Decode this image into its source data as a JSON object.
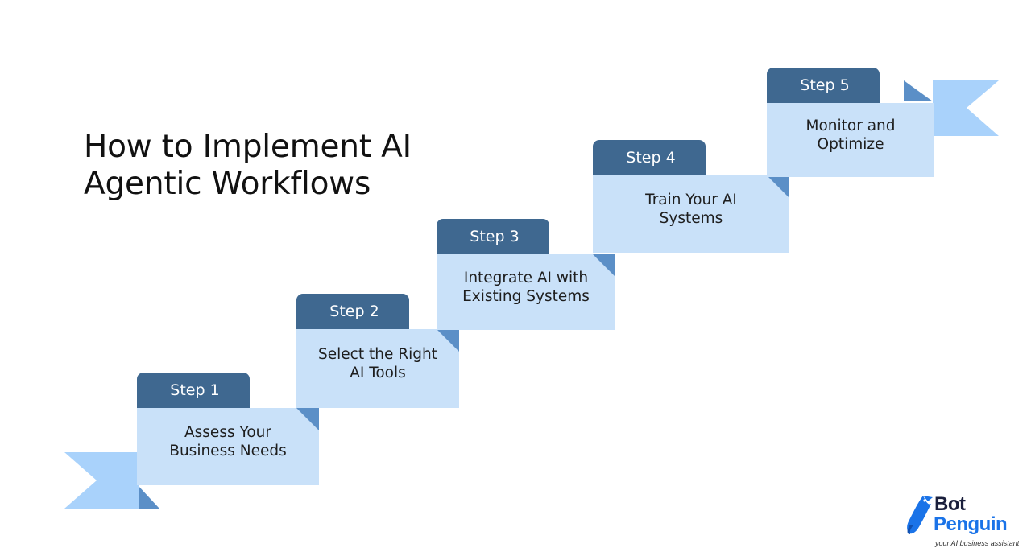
{
  "title_lines": [
    "How to Implement AI",
    "Agentic Workflows"
  ],
  "steps": [
    {
      "label": "Step 1",
      "text_lines": [
        "Assess Your",
        "Business Needs"
      ]
    },
    {
      "label": "Step 2",
      "text_lines": [
        "Select the Right",
        "AI Tools"
      ]
    },
    {
      "label": "Step 3",
      "text_lines": [
        "Integrate AI with",
        "Existing Systems"
      ]
    },
    {
      "label": "Step 4",
      "text_lines": [
        "Train Your AI",
        "Systems"
      ]
    },
    {
      "label": "Step 5",
      "text_lines": [
        "Monitor and",
        "Optimize"
      ]
    }
  ],
  "logo": {
    "word_top": "Bot",
    "word_bottom": "Penguin",
    "tagline": "your AI business assistant"
  },
  "colors": {
    "tab": "#3f6890",
    "body": "#c9e1f9",
    "fold": "#5b8fc7",
    "ribbon": "#a9d2fb",
    "brand": "#1a73e8"
  }
}
